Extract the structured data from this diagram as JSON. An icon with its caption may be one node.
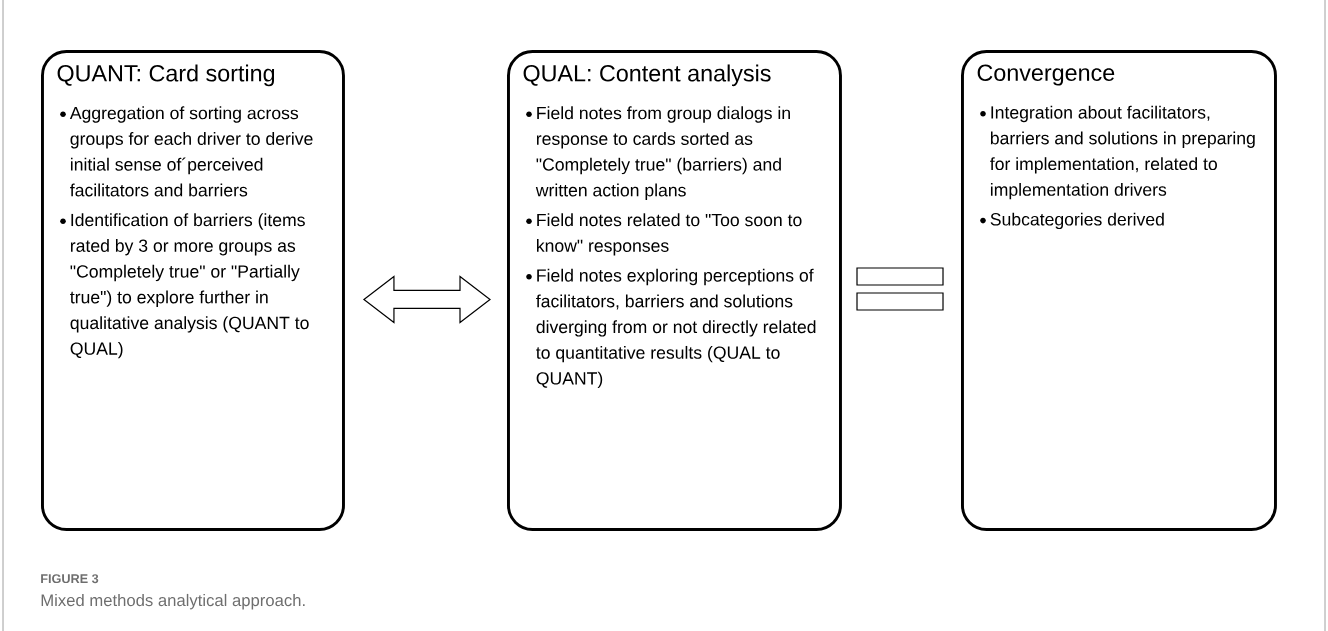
{
  "diagram": {
    "caption": "Mixed methods analytical approach.",
    "nodes": [
      {
        "text": [
          "QUANT: Card sorting",
          "Aggregation of sorting across groups for each driver to derive initial sense of´perceived facilitators and barriers",
          "Identification of barriers (items rated by 3 or more groups as \"Completely true\" or \"Partially true\") to explore further in qualitative analysis (QUANT to QUAL)"
        ]
      },
      {
        "text": [
          "QUAL: Content analysis",
          "Field notes from group dialogs in response to cards sorted as \"Completely true\" (barriers) and written action plans",
          "Field notes related to \"Too soon to know\" responses",
          "Field notes exploring perceptions of facilitators, barriers and solutions diverging from or not directly related to quantitative  results (QUAL to QUANT)"
        ]
      },
      {
        "text": [
          "Convergence",
          "Integration about facilitators, barriers and solutions in preparing for implementation, related to implementation drivers",
          "Subcategories derived"
        ]
      }
    ],
    "edges": [
      {
        "from": 0,
        "to": 1,
        "arrow": "both"
      }
    ],
    "labels": [
      "FIGURE 3"
    ]
  }
}
